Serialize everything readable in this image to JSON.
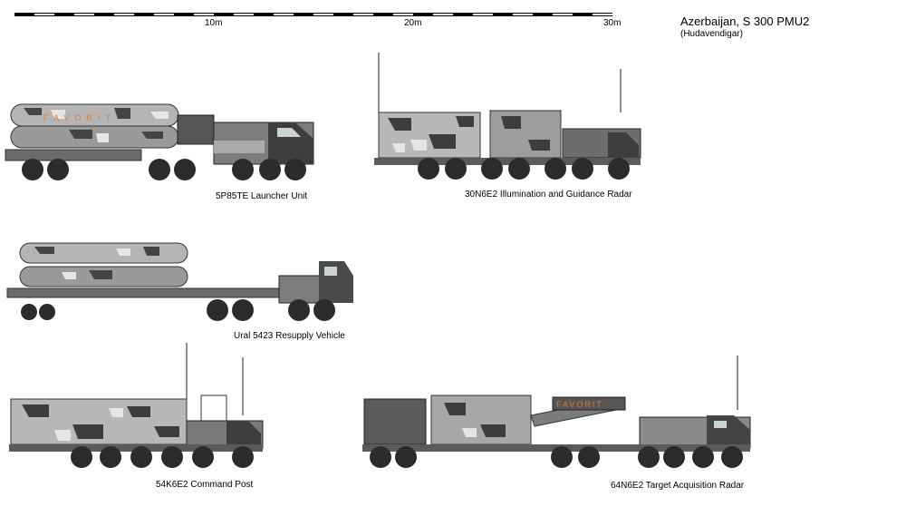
{
  "header": {
    "title": "Azerbaijan, S 300 PMU2",
    "subtitle": "(Hudavendigar)"
  },
  "scale": {
    "ticks": [
      "10m",
      "20m",
      "30m"
    ]
  },
  "vehicles": [
    {
      "caption": "5P85TE Launcher Unit",
      "marking": "FAVORIT"
    },
    {
      "caption": "30N6E2 Illumination and Guidance Radar"
    },
    {
      "caption": "Ural 5423 Resupply Vehicle"
    },
    {
      "caption": "54K6E2 Command Post"
    },
    {
      "caption": "64N6E2 Target Acquisition Radar",
      "marking": "FAVORIT"
    }
  ],
  "colors": {
    "camo_light": "#c9c9c9",
    "camo_mid": "#8d8d8d",
    "camo_dark": "#3d3d3d",
    "wheel": "#2b2b2b",
    "marking": "#e07a2a"
  }
}
